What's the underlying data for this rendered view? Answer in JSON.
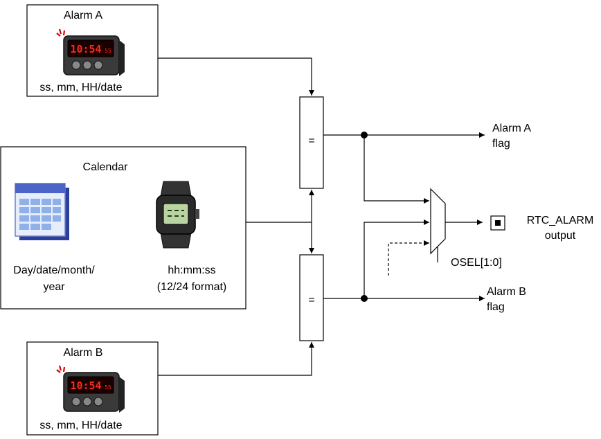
{
  "alarm_a": {
    "title": "Alarm A",
    "fields": "ss, mm, HH/date",
    "display": "10:54",
    "display_small": "55"
  },
  "alarm_b": {
    "title": "Alarm B",
    "fields": "ss, mm, HH/date",
    "display": "10:54",
    "display_small": "55"
  },
  "calendar": {
    "title": "Calendar",
    "date_line1": "Day/date/month/",
    "date_line2": "year",
    "time_line1": "hh:mm:ss",
    "time_line2": "(12/24 format)"
  },
  "comparator_a": {
    "symbol": "="
  },
  "comparator_b": {
    "symbol": "="
  },
  "outputs": {
    "alarm_a_flag_line1": "Alarm A",
    "alarm_a_flag_line2": "flag",
    "alarm_b_flag_line1": "Alarm B",
    "alarm_b_flag_line2": "flag",
    "rtc_alarm_line1": "RTC_ALARM",
    "rtc_alarm_line2": "output",
    "osel": "OSEL[1:0]"
  }
}
